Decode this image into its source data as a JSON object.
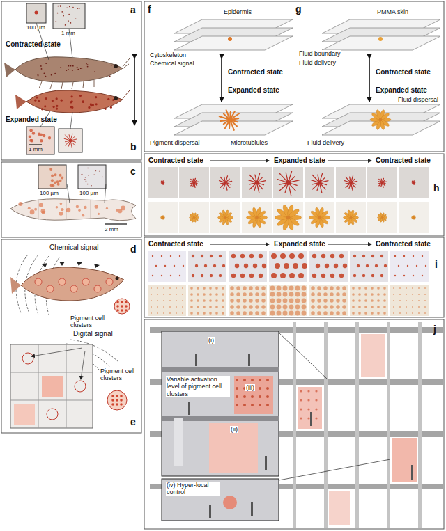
{
  "diagram": {
    "labels": [
      "a",
      "100 µm",
      "1 mm",
      "Contracted state",
      "Expanded state",
      "1 mm",
      "b",
      "c",
      "100 µm",
      "100 µm",
      "2 mm",
      "Chemical signal",
      "Pigment cell clusters",
      "d",
      "Digital signal",
      "Pigment cell clusters",
      "e",
      "f",
      "Epidermis",
      "Cytoskeleton",
      "Chemical signal",
      "Contracted state",
      "Expanded state",
      "Pigment dispersal",
      "Microtublules",
      "g",
      "PMMA skin",
      "Fluid boundary",
      "Fluid delivery",
      "Contracted state",
      "Expanded state",
      "Fluid dispersal",
      "Fluid delivery",
      "Contracted state",
      "Expanded state",
      "Contracted state",
      "h",
      "Contracted state",
      "Expanded state",
      "Contracted state",
      "i",
      "Variable activation level of pigment cell clusters",
      "(i)",
      "(iii)",
      "(ii)",
      "(iv) Hyper-local control",
      "j"
    ]
  }
}
